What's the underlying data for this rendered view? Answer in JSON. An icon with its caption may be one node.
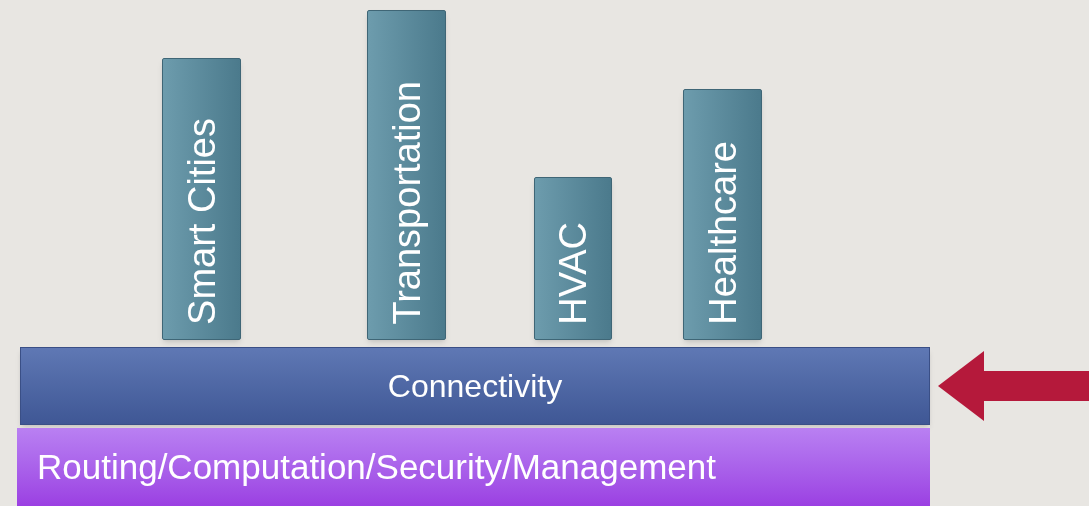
{
  "diagram": {
    "nodes": [
      {
        "text": [
          "Smart Cities"
        ]
      },
      {
        "text": [
          "Transportation"
        ]
      },
      {
        "text": [
          "HVAC"
        ]
      },
      {
        "text": [
          "Healthcare"
        ]
      },
      {
        "text": [
          "Connectivity"
        ]
      },
      {
        "text": [
          "Routing/Computation/Security/Management"
        ]
      }
    ],
    "edges": [
      {
        "from": null,
        "to": 4,
        "arrow": "to",
        "color": "#b5193b"
      }
    ]
  }
}
